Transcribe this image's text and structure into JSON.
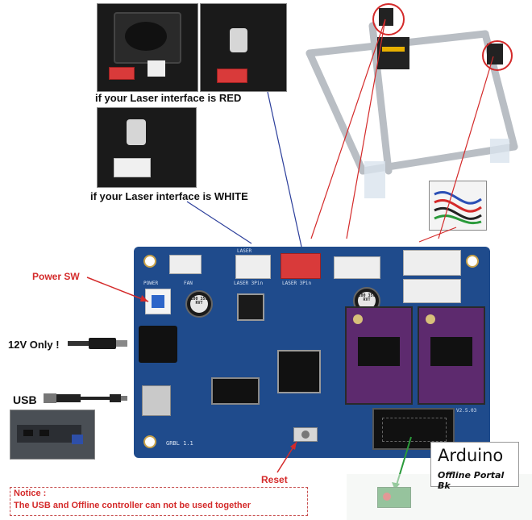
{
  "captions": {
    "red": "if your Laser interface is RED",
    "white": "if your Laser interface is WHITE"
  },
  "labels": {
    "power_sw": "Power SW",
    "twelve_v": "12V Only !",
    "usb": "USB",
    "reset": "Reset"
  },
  "notice": {
    "line1": "Notice :",
    "line2": "The USB and Offline controller can not be used together"
  },
  "board": {
    "laser_top": "LASER",
    "laser_3pin": "LASER 3Pin",
    "laser_3pin_2": "LASER 3Pin",
    "power": "POWER",
    "fan": "FAN",
    "grbl": "GRBL 1.1",
    "version": "V2.5.03",
    "cap": [
      "100",
      "35V",
      "RVT"
    ]
  },
  "brand": {
    "name": "Arduino",
    "sub": "Offline Portal Bk"
  },
  "colors": {
    "pcb": "#1f4b8c",
    "red_connector": "#d93a3a",
    "stepper_driver": "#5d2a6e",
    "annotation_red": "#d42a2a",
    "pointer_line": "#2c3f9b"
  }
}
